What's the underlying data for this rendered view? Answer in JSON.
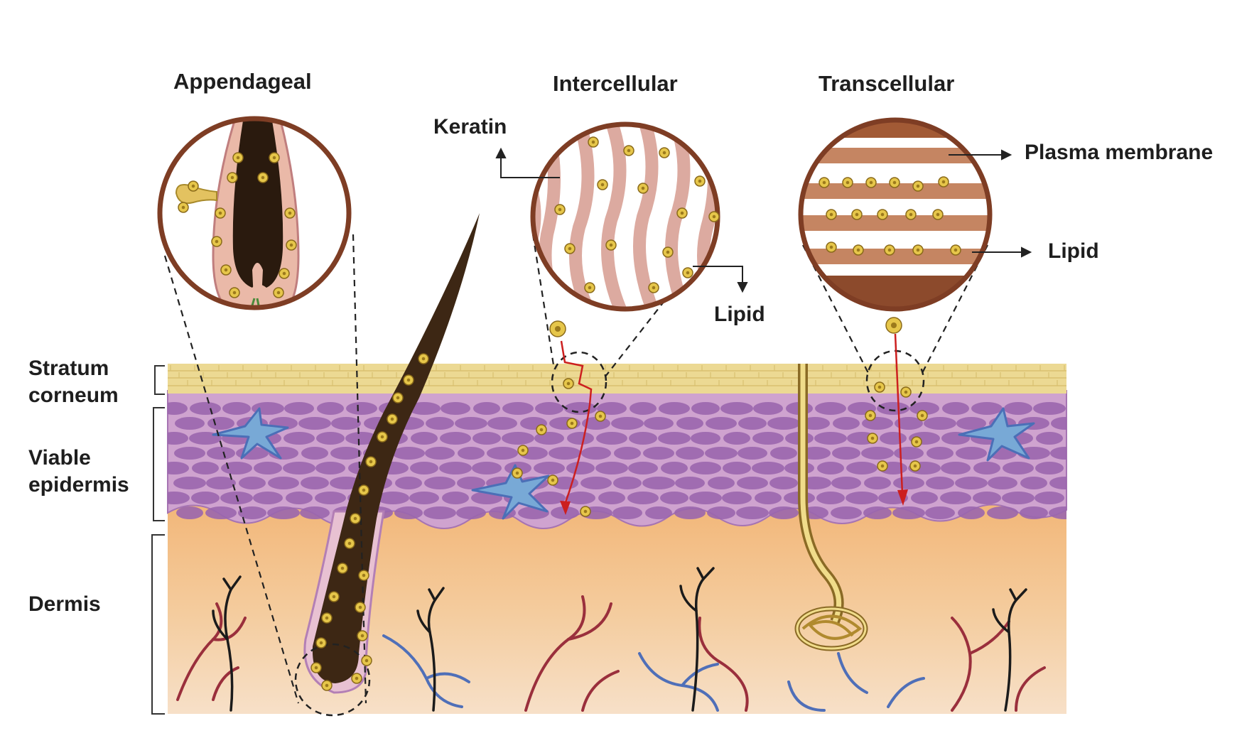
{
  "titles": {
    "appendageal": "Appendageal",
    "intercellular": "Intercellular",
    "transcellular": "Transcellular"
  },
  "labels": {
    "keratin": "Keratin",
    "lipid_intercellular": "Lipid",
    "plasma_membrane": "Plasma membrane",
    "lipid_transcellular": "Lipid"
  },
  "layers": {
    "stratum_corneum_line1": "Stratum",
    "stratum_corneum_line2": "corneum",
    "viable_epidermis_line1": "Viable",
    "viable_epidermis_line2": "epidermis",
    "dermis": "Dermis"
  },
  "colors": {
    "stratum": "#ecd993",
    "epidermis": "#c79ac8",
    "cell": "#9a66ad",
    "dermis_top": "#f2b878",
    "dermis_bottom": "#f6dcc0",
    "hair": "#3d2714",
    "circle_border": "#7e3d24",
    "drug": "#d6ad22",
    "arrow": "#cc1f1f",
    "vessel_red": "#9a2f3c",
    "vessel_blue": "#4f6fb8",
    "nerve": "#1b1b1b"
  }
}
